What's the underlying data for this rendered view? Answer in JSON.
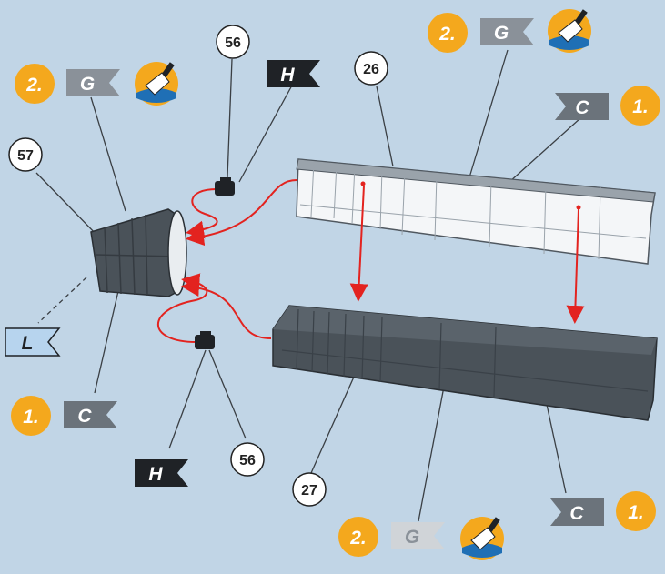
{
  "part_numbers": {
    "p56_top": "56",
    "p26": "26",
    "p57": "57",
    "p56_bottom": "56",
    "p27": "27"
  },
  "steps": {
    "step1_label": "1.",
    "step2_label": "2."
  },
  "flags": {
    "G": "G",
    "C": "C",
    "H": "H",
    "L": "L"
  },
  "colors": {
    "background": "#c1d5e6",
    "step_badge": "#f4a81d",
    "flag_grey": "#8a9199",
    "flag_dark": "#1f2226",
    "flag_blue_light": "#b7d4ee",
    "arrow_red": "#e3231f",
    "part_dark": "#4a5259",
    "part_light": "#f4f6f8"
  },
  "icons": {
    "brush": "paint-brush-icon"
  }
}
